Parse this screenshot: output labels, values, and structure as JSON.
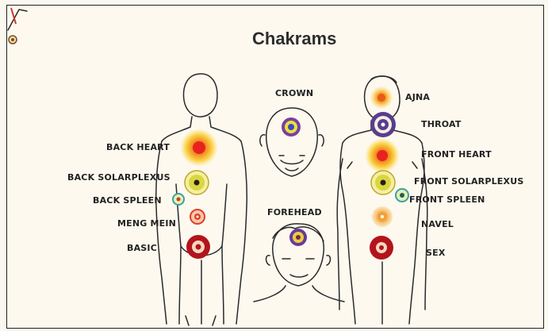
{
  "title": "Chakrams",
  "labels": {
    "crown": "CROWN",
    "forehead": "FOREHEAD",
    "back_heart": "BACK HEART",
    "back_solar_plexus": "BACK SOLARPLEXUS",
    "back_spleen": "BACK SPLEEN",
    "meng_mein": "MENG MEIN",
    "basic": "BASIC",
    "ajna": "AJNA",
    "throat": "THROAT",
    "front_heart": "FRONT HEART",
    "front_solar_plexus": "FRONT SOLARPLEXUS",
    "front_spleen": "FRONT SPLEEN",
    "navel": "NAVEL",
    "sex": "SEX"
  },
  "colors": {
    "background": "#fdf9ef",
    "outline": "#2a2a2a",
    "crown": "#7a3fa0",
    "heart": "#e8231f",
    "solar_plexus": "#d9d640",
    "spleen": "#3aa0a8",
    "meng_mein": "#e0402c",
    "basic": "#b3141c",
    "ajna": "#f0a020",
    "throat": "#5a3d8a",
    "navel": "#f2a03a",
    "sex": "#b3141c"
  }
}
